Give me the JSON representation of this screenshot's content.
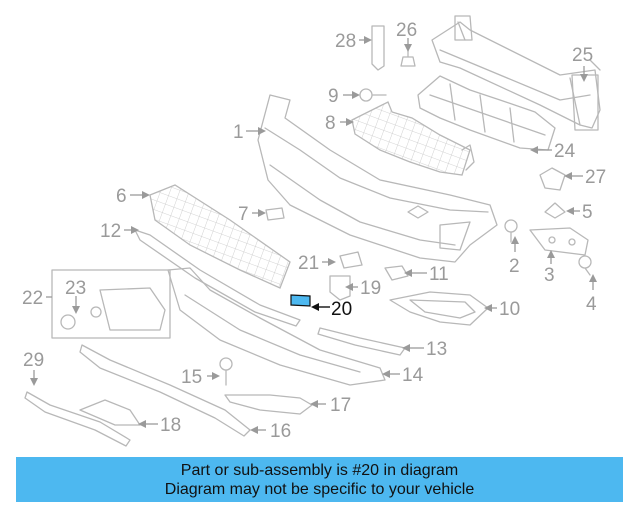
{
  "diagram": {
    "highlight_part": "20",
    "highlight_color": "#4db8f0",
    "callouts": [
      "1",
      "2",
      "3",
      "4",
      "5",
      "6",
      "7",
      "8",
      "9",
      "10",
      "11",
      "12",
      "13",
      "14",
      "15",
      "16",
      "17",
      "18",
      "19",
      "20",
      "21",
      "22",
      "23",
      "24",
      "25",
      "26",
      "27",
      "28",
      "29"
    ]
  },
  "caption": {
    "line1": "Part or sub-assembly is #20 in diagram",
    "line2": "Diagram may not be specific to your vehicle",
    "background": "#4db8f0"
  }
}
